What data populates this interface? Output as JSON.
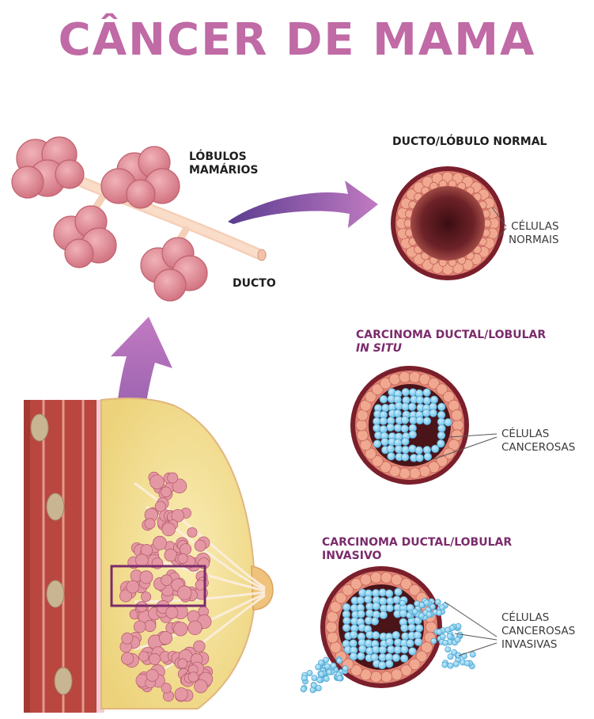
{
  "title": "CÂNCER DE MAMA",
  "labels": {
    "lobulos": "LÓBULOS\nMAMÁRIOS",
    "ducto": "DUCTO",
    "normal_title": "DUCTO/LÓBULO NORMAL",
    "celulas_normais": "CÉLULAS\nNORMAIS",
    "insitu_title": "CARCINOMA DUCTAL/LOBULAR",
    "insitu_subtitle": "IN SITU",
    "celulas_cancerosas": "CÉLULAS\nCANCEROSAS",
    "invasivo_title": "CARCINOMA DUCTAL/LOBULAR\nINVASIVO",
    "celulas_invasivas": "CÉLULAS\nCANCEROSAS\nINVASIVAS"
  },
  "colors": {
    "title": "#c06aa6",
    "label_purple": "#7b2b6b",
    "lobule_pink": "#d9808d",
    "cancer_cell": "#8fd3f2",
    "duct_wall": "#e38576",
    "muscle": "#b9473f",
    "fat": "#f2dc8c"
  }
}
